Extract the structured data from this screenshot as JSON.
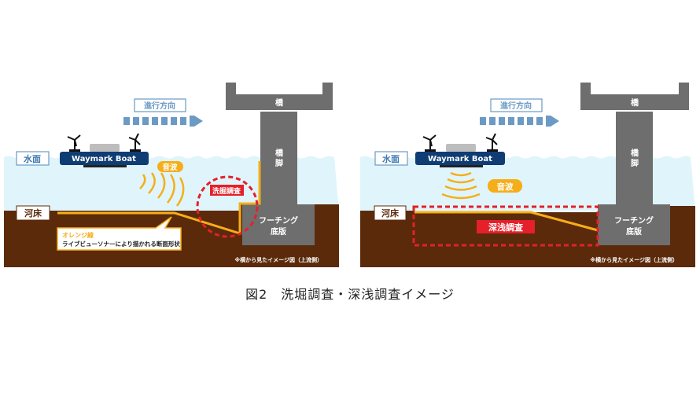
{
  "colors": {
    "water": "#dff5fb",
    "ground": "#5b2a0b",
    "structure": "#6e6e6e",
    "boat": "#0f3d73",
    "orange": "#f5ae1a",
    "red": "#e5202a",
    "arrow": "#6b9ac4"
  },
  "panels": [
    {
      "direction_label": "進行方向",
      "water_surface_label": "水面",
      "riverbed_label": "河床",
      "boat_name": "Waymark Boat",
      "sound_wave_label": "音波",
      "bridge_label": "橋",
      "pier_label_1": "橋",
      "pier_label_2": "脚",
      "footing_label_1": "フーチング",
      "footing_label_2": "底版",
      "survey_label": "洗掘調査",
      "callout_title": "オレンジ線",
      "callout_text": "ライブビューソナーにより描かれる断面形状",
      "footnote": "※横から見たイメージ図（上流側）"
    },
    {
      "direction_label": "進行方向",
      "water_surface_label": "水面",
      "riverbed_label": "河床",
      "boat_name": "Waymark Boat",
      "sound_wave_label": "音波",
      "bridge_label": "橋",
      "pier_label_1": "橋",
      "pier_label_2": "脚",
      "footing_label_1": "フーチング",
      "footing_label_2": "底版",
      "survey_label": "深浅調査",
      "footnote": "※横から見たイメージ図（上流側）"
    }
  ],
  "caption": "図2　洗堀調査・深浅調査イメージ"
}
